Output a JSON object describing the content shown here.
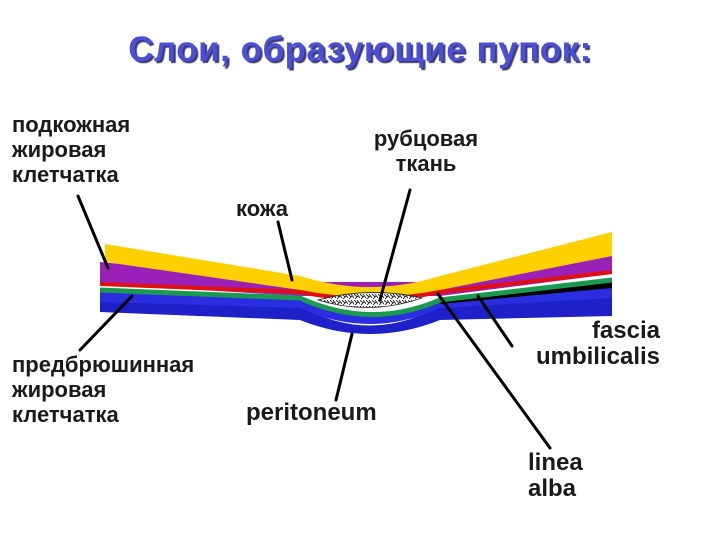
{
  "slide": {
    "title": "Слои, образующие пупок:"
  },
  "labels": {
    "subcutaneous_fat": [
      "подкожная",
      "жировая",
      "клетчатка"
    ],
    "scar_tissue": [
      "рубцовая",
      "ткань"
    ],
    "skin": "кожа",
    "preperitoneal_fat": [
      "предбрюшинная",
      "жировая",
      "клетчатка"
    ],
    "peritoneum": "peritoneum",
    "fascia_umbilicalis": [
      "fascia",
      "umbilicalis"
    ],
    "linea_alba": [
      "linea",
      "alba"
    ]
  },
  "layer_colors": {
    "skin": "#ffd000",
    "subcutaneous_fat": "#9b20b8",
    "fascia": "#e01010",
    "linea_alba": "#000000",
    "preperitoneal": "#1a9a50",
    "peritoneum": "#1e20c8",
    "scar": "#ffffff",
    "title": "#4a4fd8"
  }
}
